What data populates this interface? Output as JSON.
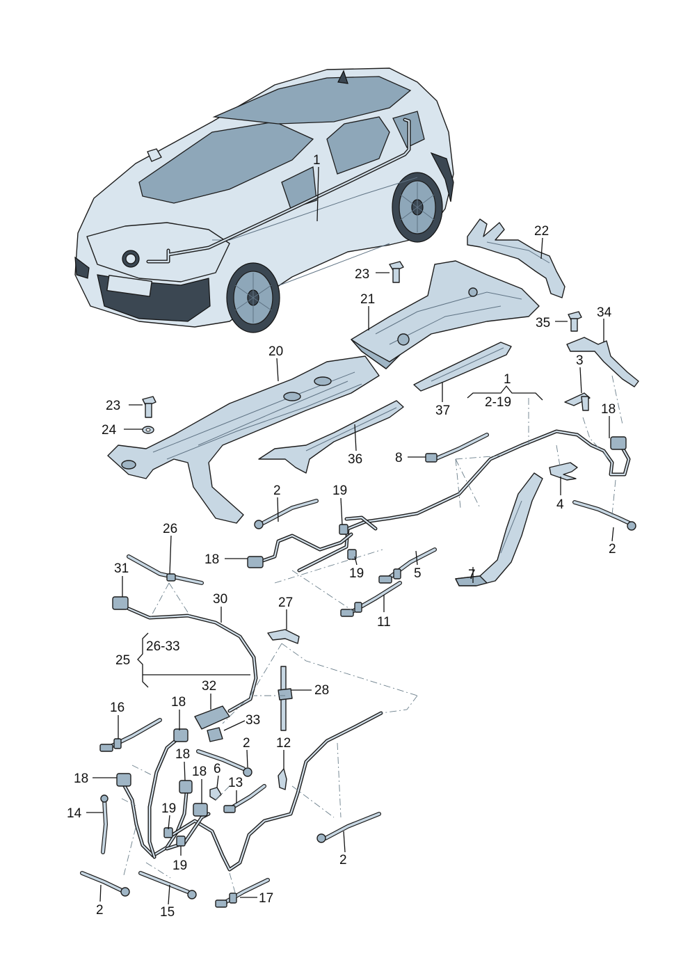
{
  "diagram": {
    "callouts": [
      {
        "id": "c1-car",
        "text": "1"
      },
      {
        "id": "c22",
        "text": "22"
      },
      {
        "id": "c23-top",
        "text": "23"
      },
      {
        "id": "c21",
        "text": "21"
      },
      {
        "id": "c35",
        "text": "35"
      },
      {
        "id": "c34",
        "text": "34"
      },
      {
        "id": "c20",
        "text": "20"
      },
      {
        "id": "c3",
        "text": "3"
      },
      {
        "id": "c1-group",
        "text": "1"
      },
      {
        "id": "c2-19",
        "text": "2-19"
      },
      {
        "id": "c37",
        "text": "37"
      },
      {
        "id": "c23-left",
        "text": "23"
      },
      {
        "id": "c24",
        "text": "24"
      },
      {
        "id": "c18-right",
        "text": "18"
      },
      {
        "id": "c8",
        "text": "8"
      },
      {
        "id": "c36",
        "text": "36"
      },
      {
        "id": "c4",
        "text": "4"
      },
      {
        "id": "c2-a",
        "text": "2"
      },
      {
        "id": "c19-a",
        "text": "19"
      },
      {
        "id": "c26",
        "text": "26"
      },
      {
        "id": "c18-a",
        "text": "18"
      },
      {
        "id": "c19-b",
        "text": "19"
      },
      {
        "id": "c5",
        "text": "5"
      },
      {
        "id": "c7",
        "text": "7"
      },
      {
        "id": "c2-right",
        "text": "2"
      },
      {
        "id": "c31",
        "text": "31"
      },
      {
        "id": "c30",
        "text": "30"
      },
      {
        "id": "c11",
        "text": "11"
      },
      {
        "id": "c27",
        "text": "27"
      },
      {
        "id": "c26-33",
        "text": "26-33"
      },
      {
        "id": "c25",
        "text": "25"
      },
      {
        "id": "c32",
        "text": "32"
      },
      {
        "id": "c28",
        "text": "28"
      },
      {
        "id": "c16",
        "text": "16"
      },
      {
        "id": "c18-b",
        "text": "18"
      },
      {
        "id": "c33",
        "text": "33"
      },
      {
        "id": "c12",
        "text": "12"
      },
      {
        "id": "c2-b",
        "text": "2"
      },
      {
        "id": "c18-c",
        "text": "18"
      },
      {
        "id": "c6",
        "text": "6"
      },
      {
        "id": "c18-d",
        "text": "18"
      },
      {
        "id": "c18-e",
        "text": "18"
      },
      {
        "id": "c13",
        "text": "13"
      },
      {
        "id": "c14",
        "text": "14"
      },
      {
        "id": "c19-c",
        "text": "19"
      },
      {
        "id": "c19-d",
        "text": "19"
      },
      {
        "id": "c2-c",
        "text": "2"
      },
      {
        "id": "c17",
        "text": "17"
      },
      {
        "id": "c2-d",
        "text": "2"
      },
      {
        "id": "c15",
        "text": "15"
      }
    ]
  }
}
